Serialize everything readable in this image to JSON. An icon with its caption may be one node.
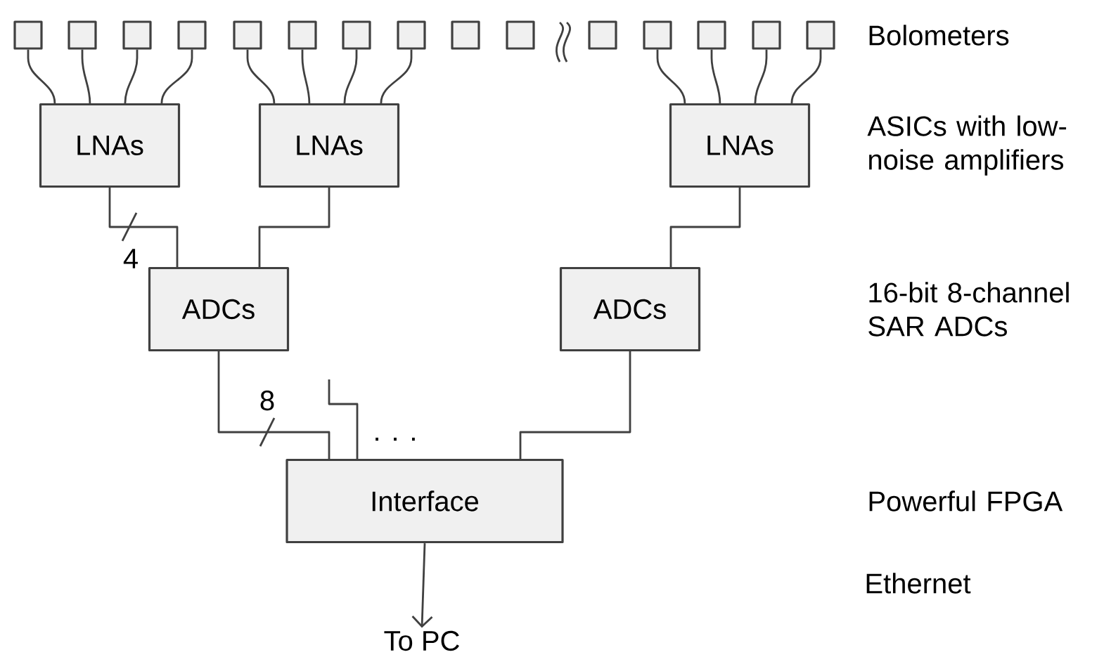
{
  "diagram": {
    "nodes": [
      {
        "text": [],
        "shape": "box"
      },
      {
        "text": [],
        "shape": "box"
      },
      {
        "text": [],
        "shape": "box"
      },
      {
        "text": [],
        "shape": "box"
      },
      {
        "text": [],
        "shape": "box"
      },
      {
        "text": [],
        "shape": "box"
      },
      {
        "text": [],
        "shape": "box"
      },
      {
        "text": [],
        "shape": "box"
      },
      {
        "text": [],
        "shape": "box"
      },
      {
        "text": [],
        "shape": "box"
      },
      {
        "text": [],
        "shape": "box"
      },
      {
        "text": [],
        "shape": "box"
      },
      {
        "text": [],
        "shape": "box"
      },
      {
        "text": [],
        "shape": "box"
      },
      {
        "text": [],
        "shape": "box"
      },
      {
        "text": [
          "LNAs"
        ]
      },
      {
        "text": [
          "LNAs"
        ]
      },
      {
        "text": [
          "LNAs"
        ]
      },
      {
        "text": [
          "ADCs"
        ]
      },
      {
        "text": [
          "ADCs"
        ]
      },
      {
        "text": [
          "Interface"
        ]
      },
      {
        "text": [
          "To PC"
        ]
      }
    ],
    "edges": [
      {
        "from": 0,
        "to": 15,
        "arrow": "none"
      },
      {
        "from": 1,
        "to": 15,
        "arrow": "none"
      },
      {
        "from": 2,
        "to": 15,
        "arrow": "none"
      },
      {
        "from": 3,
        "to": 15,
        "arrow": "none"
      },
      {
        "from": 4,
        "to": 16,
        "arrow": "none"
      },
      {
        "from": 5,
        "to": 16,
        "arrow": "none"
      },
      {
        "from": 6,
        "to": 16,
        "arrow": "none"
      },
      {
        "from": 7,
        "to": 16,
        "arrow": "none"
      },
      {
        "from": 11,
        "to": 17,
        "arrow": "none"
      },
      {
        "from": 12,
        "to": 17,
        "arrow": "none"
      },
      {
        "from": 13,
        "to": 17,
        "arrow": "none"
      },
      {
        "from": 14,
        "to": 17,
        "arrow": "none"
      },
      {
        "from": 15,
        "to": 18,
        "arrow": "none",
        "label": "4"
      },
      {
        "from": 16,
        "to": 18,
        "arrow": "none"
      },
      {
        "from": 17,
        "to": 19,
        "arrow": "none"
      },
      {
        "from": 18,
        "to": 20,
        "arrow": "none",
        "label": "8"
      },
      {
        "from": 19,
        "to": 20,
        "arrow": "none"
      },
      {
        "from": null,
        "to": 20,
        "arrow": "none"
      },
      {
        "from": 20,
        "to": 21,
        "arrow": "to"
      }
    ],
    "labels": [
      "Bolometers",
      "ASICs with low-noise amplifiers",
      "16-bit 8-channel SAR ADCs",
      "Powerful FPGA",
      "Ethernet",
      ". . ."
    ]
  }
}
